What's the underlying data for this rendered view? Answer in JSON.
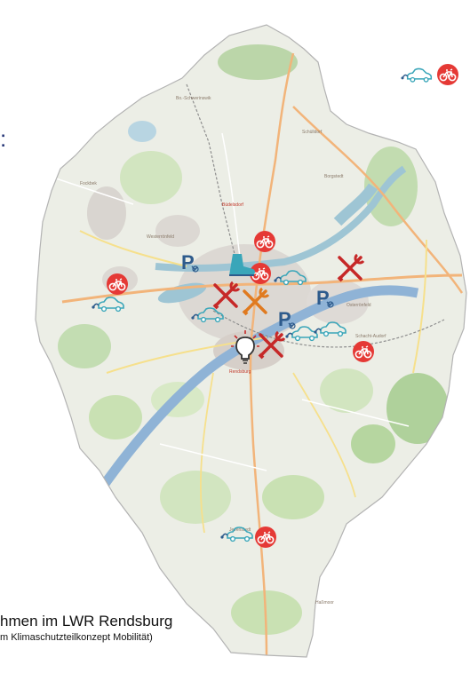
{
  "caption": {
    "line1": "hmen im LWR Rendsburg",
    "line2": "m Klimaschutzteilkonzept Mobilität)"
  },
  "stray_mark": ":",
  "colors": {
    "map_bg": "#eceee6",
    "water": "#9ec5d4",
    "canal": "#8fb3d6",
    "forest": "#afd09a",
    "meadow": "#d2e5c0",
    "urban": "#dcd8d3",
    "road_major": "#f2b47a",
    "road_minor": "#f6e08c",
    "icon_red": "#e53935",
    "icon_blue": "#2e5b8c",
    "icon_teal": "#3aa6b9",
    "tool_red": "#c62828",
    "tool_orange": "#e07a1f"
  },
  "legend_icons": [
    "car-sharing-icon",
    "bike-station-icon"
  ],
  "map_icons": [
    "bike-station-icon",
    "bike-station-icon",
    "bike-station-icon",
    "bike-station-icon",
    "bike-station-icon",
    "bike-station-icon",
    "parking-icon",
    "parking-icon",
    "parking-icon",
    "boot-icon",
    "repair-tools-icon",
    "repair-tools-icon",
    "repair-tools-icon",
    "repair-tools-icon",
    "lightbulb-icon",
    "car-sharing-icon",
    "car-sharing-icon",
    "car-sharing-icon",
    "car-sharing-icon",
    "car-sharing-icon",
    "car-sharing-icon"
  ],
  "map_labels": [
    "Bo.-Schwerinswik",
    "Westerrönfeld",
    "Rendsburg",
    "Büdelsdorf",
    "Osterrönfeld",
    "Schacht-Audorf",
    "Jevenstedt",
    "Fockbek",
    "Schülldorf",
    "Borgstedt",
    "Haßmoor"
  ]
}
